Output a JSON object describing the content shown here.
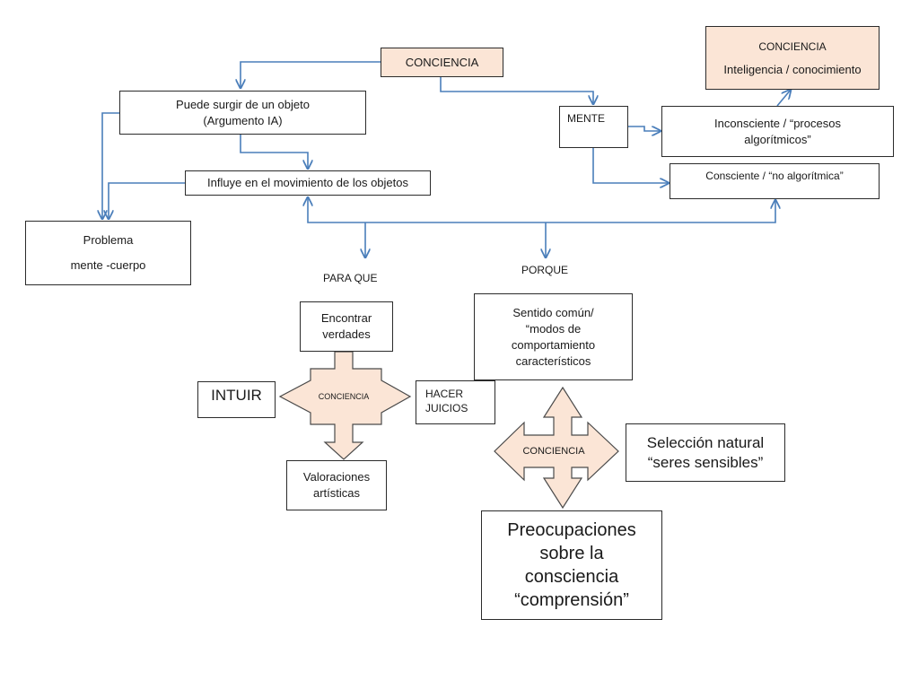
{
  "colors": {
    "peach": "#fbe5d6",
    "connector": "#4a7eba",
    "border": "#2b2b2b"
  },
  "nodes": {
    "conciencia_top": "CONCIENCIA",
    "conciencia_intel": {
      "line1": "CONCIENCIA",
      "line2": "Inteligencia / conocimiento"
    },
    "puede_surgir": {
      "line1": "Puede surgir de un objeto",
      "line2": "(Argumento IA)"
    },
    "mente": "MENTE",
    "inconsciente": {
      "line1": "Inconsciente / “procesos",
      "line2": "algorítmicos”"
    },
    "influye": "Influye en el movimiento de los objetos",
    "consciente": "Consciente / “no algorítmica”",
    "problema": {
      "line1": "Problema",
      "line2": "mente -cuerpo"
    },
    "para_que": "PARA QUE",
    "porque": "PORQUE",
    "encontrar": {
      "line1": "Encontrar",
      "line2": "verdades"
    },
    "sentido_comun": {
      "line1": "Sentido común/",
      "line2": "“modos de",
      "line3": "comportamiento",
      "line4": "característicos"
    },
    "intuir": "INTUIR",
    "hacer_juicios": {
      "line1": "HACER",
      "line2": "JUICIOS"
    },
    "seleccion": {
      "line1": "Selección natural",
      "line2": "“seres sensibles”"
    },
    "valoraciones": {
      "line1": "Valoraciones",
      "line2": "artísticas"
    },
    "preocupaciones": {
      "line1": "Preocupaciones",
      "line2": "sobre la",
      "line3": "consciencia",
      "line4": "“comprensión”"
    }
  },
  "cross_arrows": {
    "left": "CONCIENCIA",
    "right": "CONCIENCIA"
  }
}
